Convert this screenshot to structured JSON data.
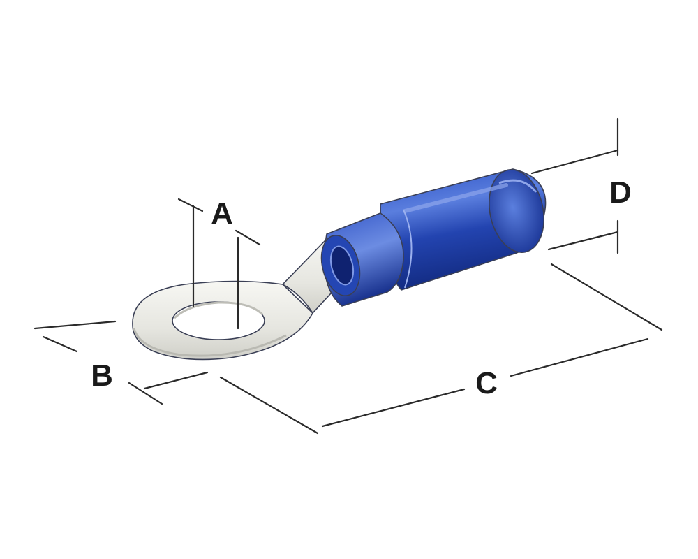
{
  "diagram": {
    "labels": {
      "a": "A",
      "b": "B",
      "c": "C",
      "d": "D"
    },
    "colors": {
      "insulation_blue": "#1f3fa6",
      "insulation_highlight": "#6f8fe0",
      "insulation_dark": "#142a7a",
      "metal_light": "#f4f4ef",
      "metal_shade": "#d2d2cc",
      "background": "#ffffff"
    },
    "icons": [
      "ring-terminal-icon"
    ]
  }
}
